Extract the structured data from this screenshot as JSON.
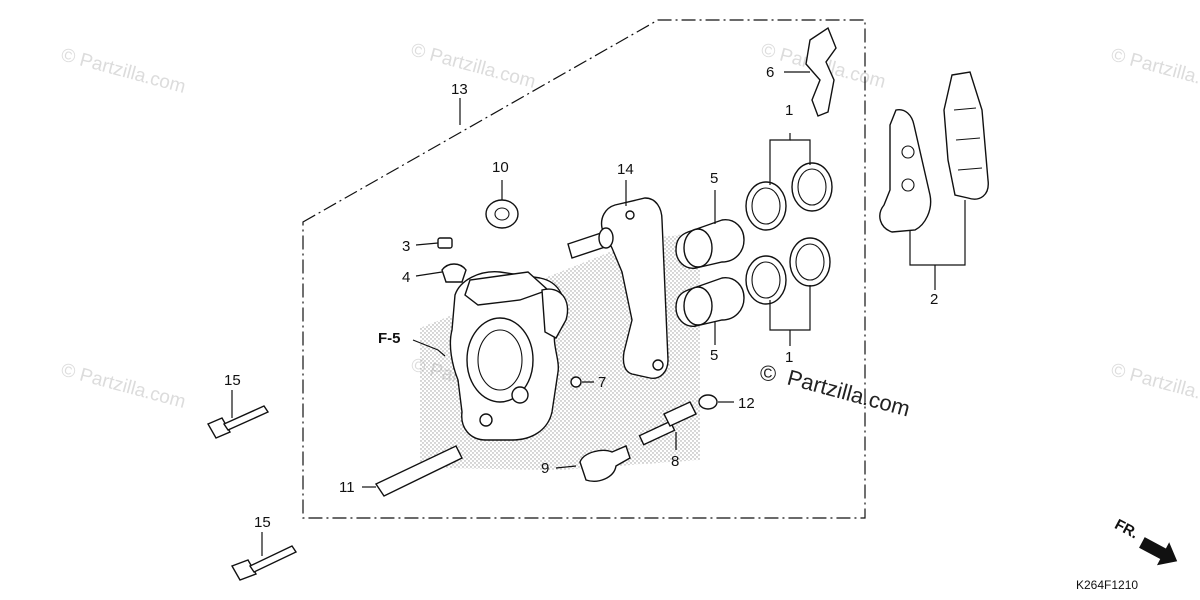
{
  "diagram": {
    "watermark": "© Partzilla.com",
    "center_watermark_symbol": "©",
    "center_watermark_text": "Partzilla.com",
    "diagram_code": "K264F1210",
    "front_marker": "FR.",
    "ref_label": "F-5",
    "callouts": {
      "c1_top": "1",
      "c1_bottom": "1",
      "c2": "2",
      "c3": "3",
      "c4": "4",
      "c5_top": "5",
      "c5_bottom": "5",
      "c6": "6",
      "c7": "7",
      "c8": "8",
      "c9": "9",
      "c10": "10",
      "c11": "11",
      "c12": "12",
      "c13": "13",
      "c14": "14",
      "c15_top": "15",
      "c15_bottom": "15"
    }
  }
}
